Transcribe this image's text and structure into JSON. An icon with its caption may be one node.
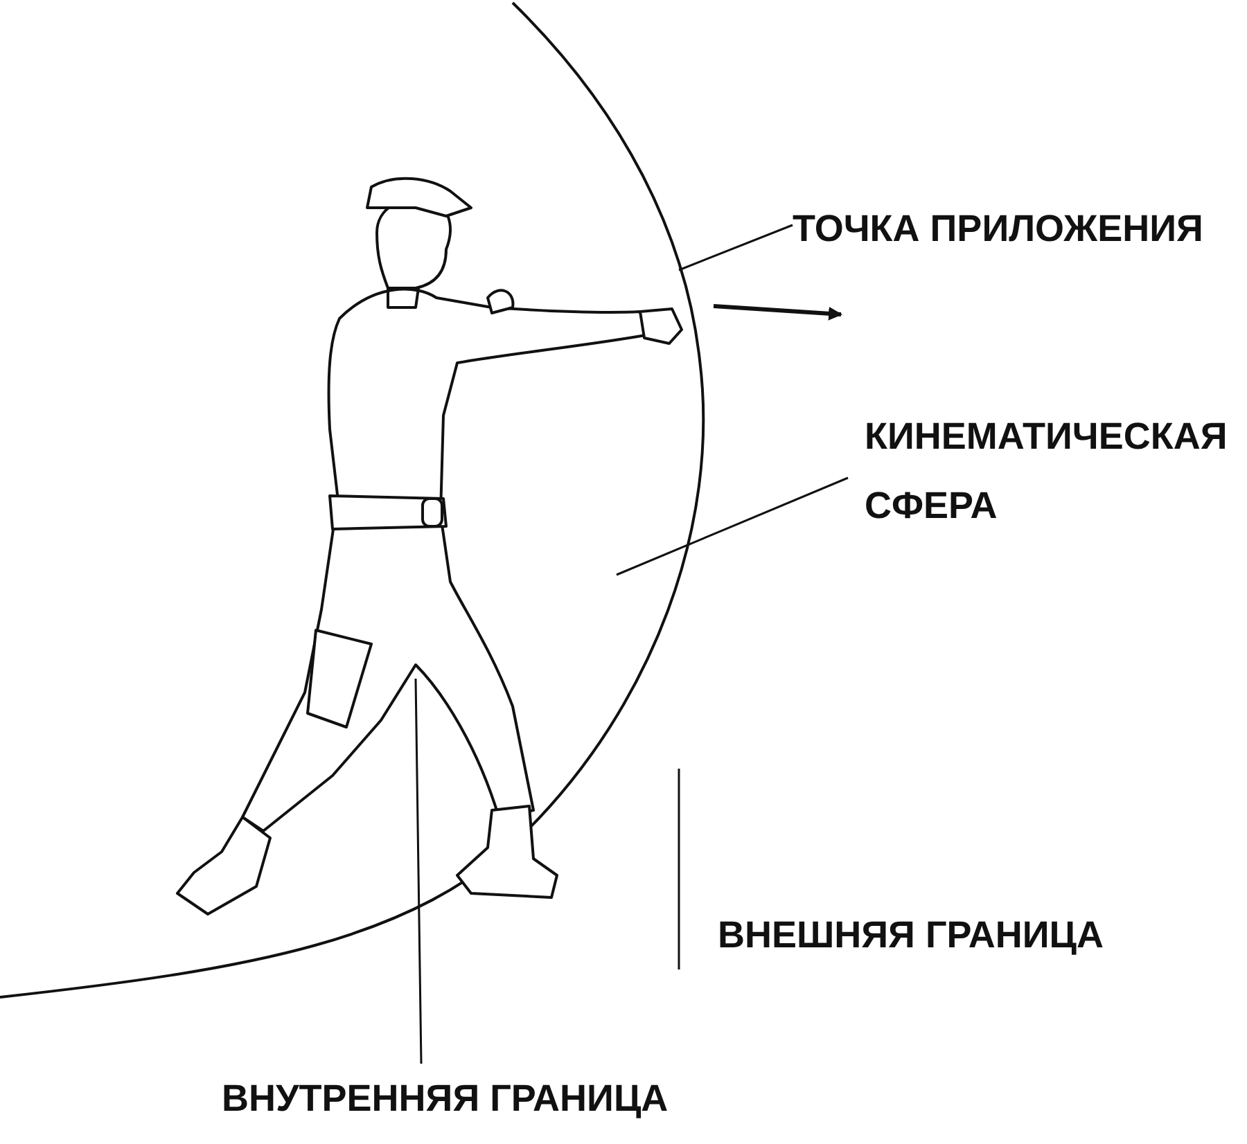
{
  "diagram": {
    "nodes": [
      {
        "text": [
          "ТОЧКА ПРИЛОЖЕНИЯ"
        ]
      },
      {
        "text": [
          "КИНЕМАТИЧЕСКАЯ СФЕРА"
        ]
      },
      {
        "text": [
          "ВНЕШНЯЯ ГРАНИЦА"
        ]
      },
      {
        "text": [
          "ВНУТРЕННЯЯ ГРАНИЦА"
        ]
      }
    ],
    "edges": [
      {
        "from": 0,
        "to": null,
        "arrow": "none"
      },
      {
        "from": 1,
        "to": null,
        "arrow": "none"
      },
      {
        "from": 2,
        "to": null,
        "arrow": "none"
      },
      {
        "from": 3,
        "to": null,
        "arrow": "none"
      }
    ]
  }
}
